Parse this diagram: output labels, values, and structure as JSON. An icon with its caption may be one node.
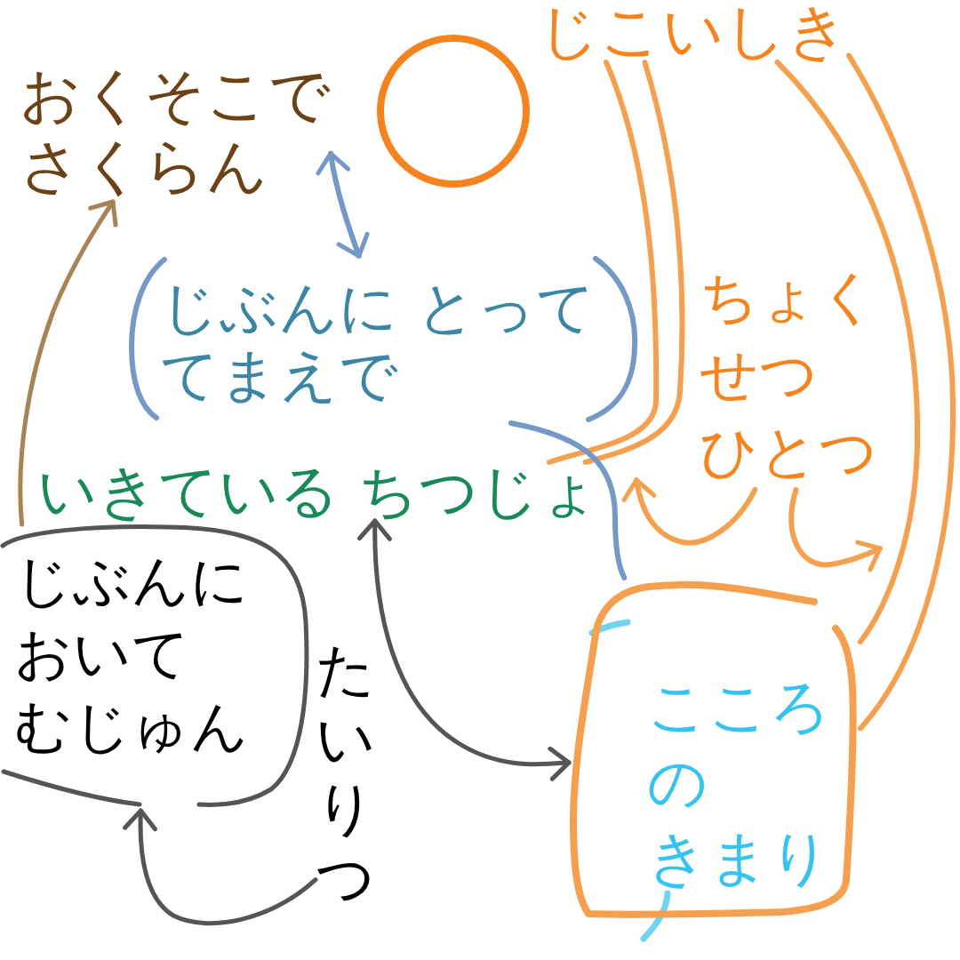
{
  "diagram": {
    "nodes": [
      {
        "text": [
          "おくそこでさくらん"
        ]
      },
      {
        "text": [],
        "shape": "circle"
      },
      {
        "text": [
          "じこいしき"
        ]
      },
      {
        "text": [
          "じぶんに とっててまえで"
        ]
      },
      {
        "text": [
          "ちょくせつひとつ"
        ]
      },
      {
        "text": [
          "いきている ちつじょ"
        ]
      },
      {
        "text": [
          "じぶんにおいてむじゅん"
        ]
      },
      {
        "text": [
          "たいりつ"
        ]
      },
      {
        "text": [
          "こころのきまり"
        ]
      }
    ],
    "edges": [
      {
        "from": 0,
        "to": 3,
        "arrow": "both",
        "color": "#7499c6"
      },
      {
        "from": 6,
        "to": 0,
        "arrow": "to",
        "color": "#a78358"
      },
      {
        "from": 2,
        "to": 5,
        "arrow": "none"
      },
      {
        "from": 2,
        "to": 5,
        "arrow": "none"
      },
      {
        "from": 2,
        "to": 8,
        "arrow": "none"
      },
      {
        "from": 2,
        "to": 8,
        "arrow": "none"
      },
      {
        "from": 4,
        "to": null,
        "arrow": "to"
      },
      {
        "from": 4,
        "to": null,
        "arrow": "to"
      },
      {
        "from": 3,
        "to": 8,
        "arrow": "none",
        "color": "#7499c6"
      },
      {
        "from": 5,
        "to": 8,
        "arrow": "both",
        "color": "#555555"
      },
      {
        "from": 7,
        "to": 6,
        "arrow": "to",
        "color": "#555555"
      }
    ]
  }
}
